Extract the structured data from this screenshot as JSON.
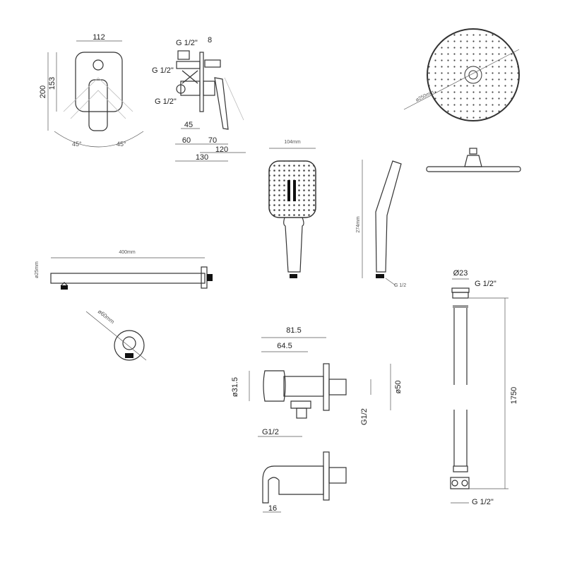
{
  "mixer_front": {
    "width": "112",
    "height_total": "200",
    "height_plate": "153",
    "angle_left": "45°",
    "angle_right": "45°"
  },
  "mixer_side": {
    "thread_top": "G 1/2\"",
    "thread_mid": "G 1/2\"",
    "thread_bottom": "G 1/2\"",
    "plate": "8",
    "d45": "45",
    "d60": "60",
    "d70": "70",
    "d120": "120",
    "d130": "130"
  },
  "rain_head": {
    "diameter": "ø250mm"
  },
  "hand_shower": {
    "width": "104mm",
    "length": "274mm",
    "thread": "G 1/2"
  },
  "shower_arm": {
    "length": "400mm",
    "diameter": "ø25mm",
    "flange": "ø60mm"
  },
  "wall_outlet": {
    "d81": "81.5",
    "d64": "64.5",
    "d31": "ø31.5",
    "d50": "ø50",
    "thread_a": "G1/2",
    "thread_b": "G1/2",
    "d16": "16"
  },
  "hose": {
    "diameter": "Ø23",
    "thread_top": "G 1/2\"",
    "length": "1750",
    "thread_bottom": "G 1/2\""
  }
}
